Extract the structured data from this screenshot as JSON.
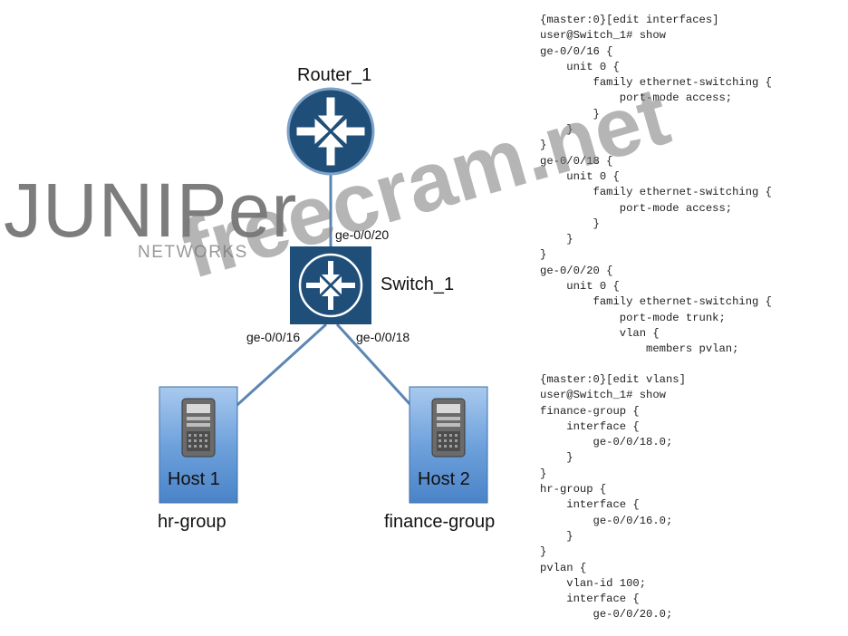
{
  "brand": {
    "name": "JUNIPer",
    "sub": "NETWORKS"
  },
  "watermark": "freecram.net",
  "devices": {
    "router": {
      "label": "Router_1",
      "icon": "router-icon"
    },
    "switch": {
      "label": "Switch_1",
      "icon": "switch-icon"
    },
    "host1": {
      "label": "Host 1",
      "group": "hr-group",
      "icon": "server-icon"
    },
    "host2": {
      "label": "Host 2",
      "group": "finance-group",
      "icon": "server-icon"
    }
  },
  "ports": {
    "uplink": "ge-0/0/20",
    "host1": "ge-0/0/16",
    "host2": "ge-0/0/18"
  },
  "colors": {
    "device_blue": "#1f4e79",
    "host_fill": "#5b9bd5",
    "link": "#4f7fae"
  },
  "config_interfaces": "{master:0}[edit interfaces]\nuser@Switch_1# show\nge-0/0/16 {\n    unit 0 {\n        family ethernet-switching {\n            port-mode access;\n        }\n    }\n}\nge-0/0/18 {\n    unit 0 {\n        family ethernet-switching {\n            port-mode access;\n        }\n    }\n}\nge-0/0/20 {\n    unit 0 {\n        family ethernet-switching {\n            port-mode trunk;\n            vlan {\n                members pvlan;\n",
  "config_vlans": "{master:0}[edit vlans]\nuser@Switch_1# show\nfinance-group {\n    interface {\n        ge-0/0/18.0;\n    }\n}\nhr-group {\n    interface {\n        ge-0/0/16.0;\n    }\n}\npvlan {\n    vlan-id 100;\n    interface {\n        ge-0/0/20.0;"
}
